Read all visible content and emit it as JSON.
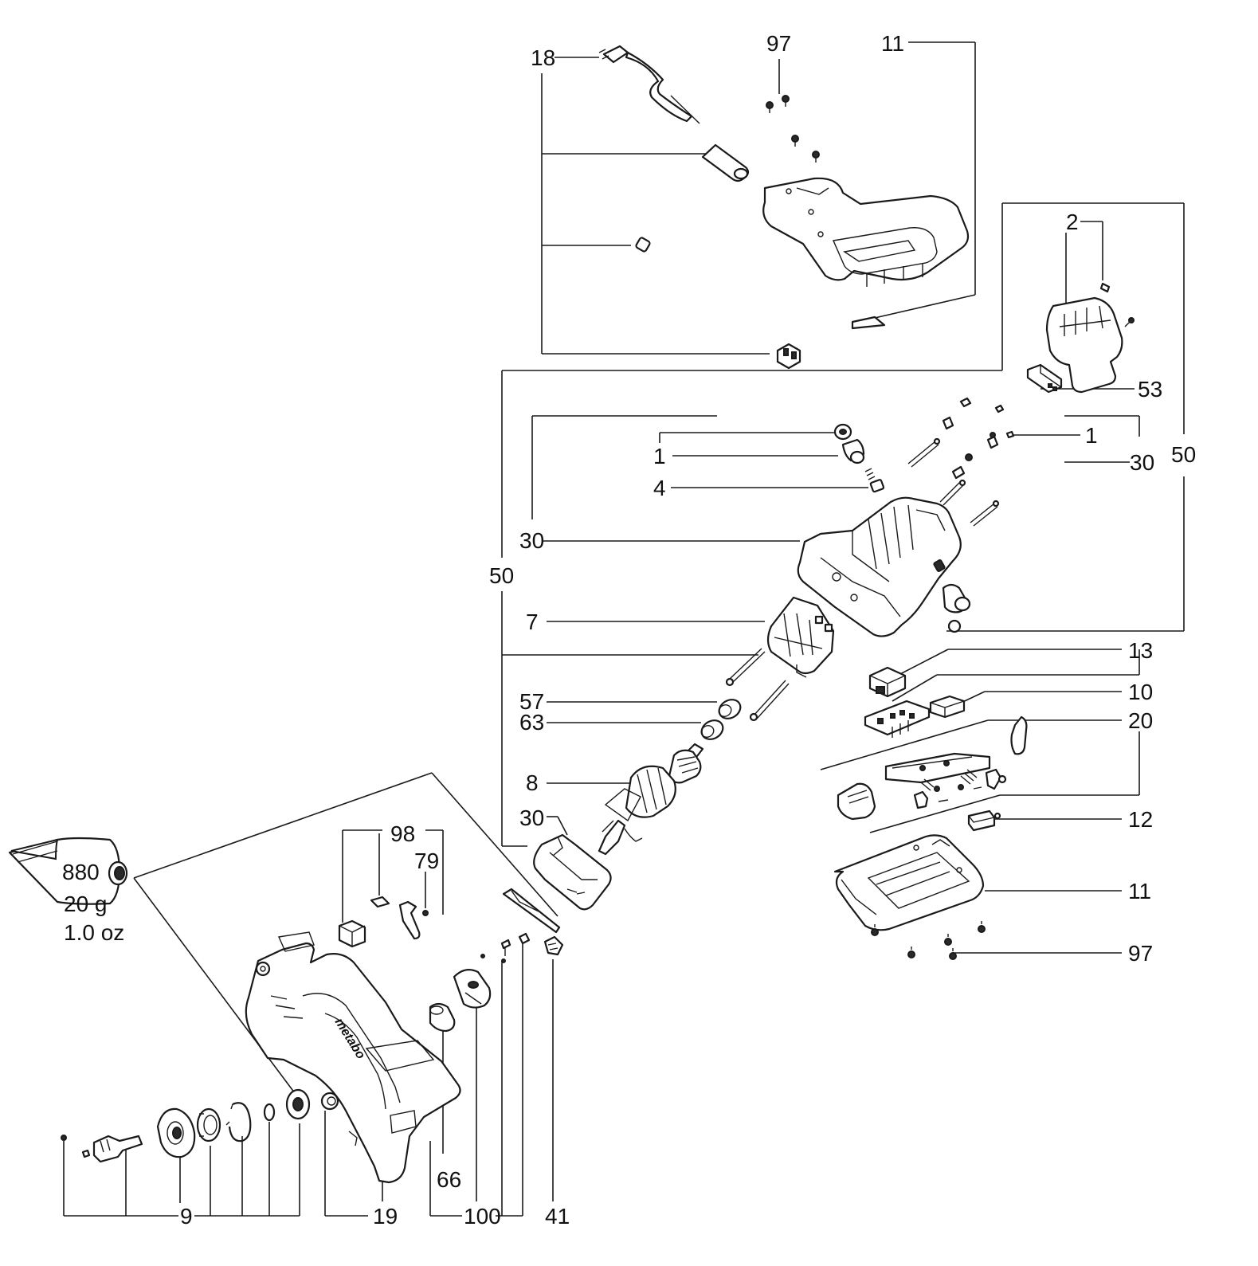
{
  "callouts": {
    "c18": "18",
    "c97_top": "97",
    "c11_top": "11",
    "c2": "2",
    "c53": "53",
    "c1_left": "1",
    "c4": "4",
    "c30_a": "30",
    "c1_right": "1",
    "c30_right": "30",
    "c50_right": "50",
    "c50_left": "50",
    "c7": "7",
    "c57": "57",
    "c63": "63",
    "c8": "8",
    "c30_b": "30",
    "c13": "13",
    "c10": "10",
    "c20": "20",
    "c12": "12",
    "c11_bottom": "11",
    "c97_bottom": "97",
    "c880": "880",
    "c98": "98",
    "c79": "79",
    "c9": "9",
    "c19": "19",
    "c66": "66",
    "c100": "100",
    "c41": "41"
  },
  "grease": {
    "weight": "20 g",
    "ounces": "1.0 oz"
  },
  "logo_text": "metabo"
}
